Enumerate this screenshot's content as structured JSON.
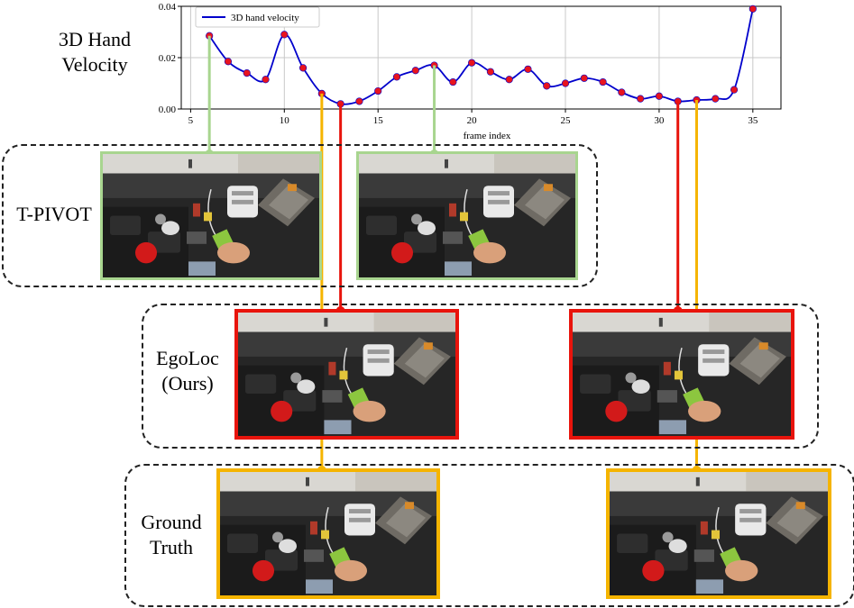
{
  "labels": {
    "chart_ylabel_line1": "3D Hand",
    "chart_ylabel_line2": "Velocity",
    "tpivot": "T-PIVOT",
    "egoloc_line1": "EgoLoc",
    "egoloc_line2": "(Ours)",
    "gt_line1": "Ground",
    "gt_line2": "Truth"
  },
  "colors": {
    "tpivot": "#a8d58f",
    "egoloc": "#e8140c",
    "ground_truth": "#f5b400",
    "curve": "#0000cc",
    "marker": "#e8141e",
    "grid": "#c8c8c8"
  },
  "frames": {
    "tpivot": [
      6,
      18
    ],
    "egoloc": [
      13,
      31
    ],
    "ground_truth": [
      12,
      32
    ]
  },
  "chart_data": {
    "type": "line",
    "title": "",
    "xlabel": "frame index",
    "ylabel": "3D Hand Velocity",
    "x": [
      6,
      7,
      8,
      9,
      10,
      11,
      12,
      13,
      14,
      15,
      16,
      17,
      18,
      19,
      20,
      21,
      22,
      23,
      24,
      25,
      26,
      27,
      28,
      29,
      30,
      31,
      32,
      33,
      34,
      35
    ],
    "series": [
      {
        "name": "3D hand velocity",
        "values": [
          0.0285,
          0.0185,
          0.014,
          0.0115,
          0.029,
          0.016,
          0.006,
          0.002,
          0.003,
          0.007,
          0.0125,
          0.015,
          0.017,
          0.0105,
          0.018,
          0.0145,
          0.0115,
          0.0155,
          0.009,
          0.01,
          0.012,
          0.0105,
          0.0065,
          0.004,
          0.005,
          0.003,
          0.0035,
          0.004,
          0.0075,
          0.039
        ]
      }
    ],
    "xlim": [
      4.5,
      36.5
    ],
    "ylim": [
      0,
      0.04
    ],
    "xticks": [
      "5",
      "10",
      "15",
      "20",
      "25",
      "30",
      "35"
    ],
    "yticks": [
      "0.00",
      "0.02",
      "0.04"
    ],
    "grid": true,
    "legend": "top-left"
  }
}
